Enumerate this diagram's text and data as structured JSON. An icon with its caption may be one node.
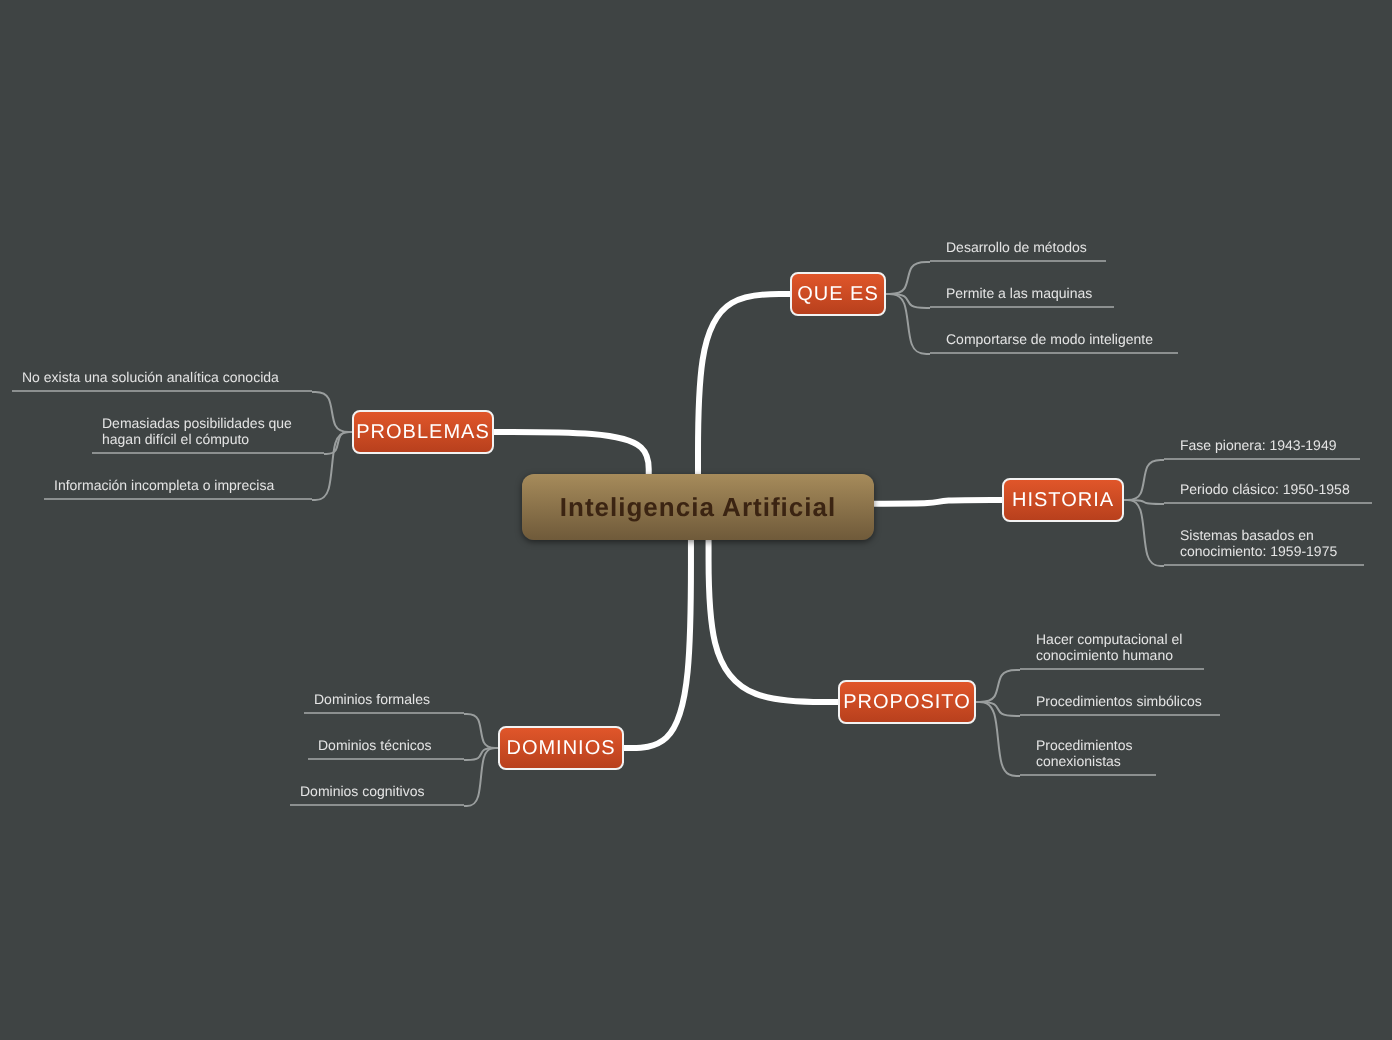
{
  "diagram": {
    "nodes": [
      {
        "text": [
          "Inteligencia Artificial"
        ]
      },
      {
        "text": [
          "QUE ES"
        ]
      },
      {
        "text": [
          "Desarrollo de métodos"
        ]
      },
      {
        "text": [
          "Permite a las maquinas"
        ]
      },
      {
        "text": [
          "Comportarse de modo inteligente"
        ]
      },
      {
        "text": [
          "HISTORIA"
        ]
      },
      {
        "text": [
          "Fase pionera: 1943-1949"
        ]
      },
      {
        "text": [
          "Periodo clásico: 1950-1958"
        ]
      },
      {
        "text": [
          "Sistemas basados en conocimiento: 1959-1975"
        ]
      },
      {
        "text": [
          "PROPOSITO"
        ]
      },
      {
        "text": [
          "Hacer computacional el conocimiento humano"
        ]
      },
      {
        "text": [
          "Procedimientos simbólicos"
        ]
      },
      {
        "text": [
          "Procedimientos conexionistas"
        ]
      },
      {
        "text": [
          "DOMINIOS"
        ]
      },
      {
        "text": [
          "Dominios formales"
        ]
      },
      {
        "text": [
          "Dominios técnicos"
        ]
      },
      {
        "text": [
          "Dominios cognitivos"
        ]
      },
      {
        "text": [
          "PROBLEMAS"
        ]
      },
      {
        "text": [
          "No exista una solución analítica conocida"
        ]
      },
      {
        "text": [
          "Demasiadas posibilidades que hagan difícil el cómputo"
        ]
      },
      {
        "text": [
          "Información incompleta o imprecisa"
        ]
      }
    ],
    "edges": [
      {
        "from": 0,
        "to": 1,
        "arrow": "none",
        "style": "thick",
        "color": "#ffffff"
      },
      {
        "from": 1,
        "to": 2,
        "arrow": "none"
      },
      {
        "from": 1,
        "to": 3,
        "arrow": "none"
      },
      {
        "from": 1,
        "to": 4,
        "arrow": "none"
      },
      {
        "from": 0,
        "to": 5,
        "arrow": "none",
        "style": "thick",
        "color": "#ffffff"
      },
      {
        "from": 5,
        "to": 6,
        "arrow": "none"
      },
      {
        "from": 5,
        "to": 7,
        "arrow": "none"
      },
      {
        "from": 5,
        "to": 8,
        "arrow": "none"
      },
      {
        "from": 0,
        "to": 9,
        "arrow": "none",
        "style": "thick",
        "color": "#ffffff"
      },
      {
        "from": 9,
        "to": 10,
        "arrow": "none"
      },
      {
        "from": 9,
        "to": 11,
        "arrow": "none"
      },
      {
        "from": 9,
        "to": 12,
        "arrow": "none"
      },
      {
        "from": 0,
        "to": 13,
        "arrow": "none",
        "style": "thick",
        "color": "#ffffff"
      },
      {
        "from": 13,
        "to": 14,
        "arrow": "none"
      },
      {
        "from": 13,
        "to": 15,
        "arrow": "none"
      },
      {
        "from": 13,
        "to": 16,
        "arrow": "none"
      },
      {
        "from": 0,
        "to": 17,
        "arrow": "none",
        "style": "thick",
        "color": "#ffffff"
      },
      {
        "from": 17,
        "to": 18,
        "arrow": "none"
      },
      {
        "from": 17,
        "to": 19,
        "arrow": "none"
      },
      {
        "from": 17,
        "to": 20,
        "arrow": "none"
      }
    ]
  }
}
